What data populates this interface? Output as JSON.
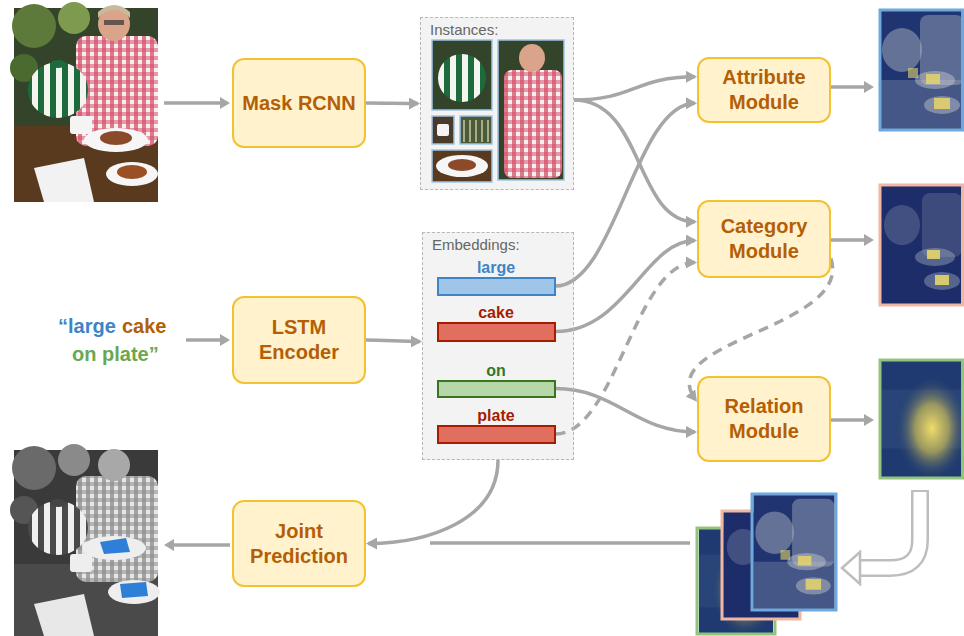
{
  "diagram": {
    "nodes": [
      {
        "text": [
          "Mask RCNN"
        ]
      },
      {
        "text": [
          "Instances:"
        ]
      },
      {
        "text": [
          "Attribute Module"
        ]
      },
      {
        "text": [
          "Category Module"
        ]
      },
      {
        "text": [
          "LSTM Encoder"
        ]
      },
      {
        "text": [
          "Embeddings:"
        ]
      },
      {
        "text": [
          "large"
        ],
        "in": 5
      },
      {
        "text": [
          "cake"
        ],
        "in": 5
      },
      {
        "text": [
          "on"
        ],
        "in": 5
      },
      {
        "text": [
          "plate"
        ],
        "in": 5
      },
      {
        "text": [
          "Relation Module"
        ]
      },
      {
        "text": [
          "Joint Prediction"
        ]
      }
    ],
    "edges": [
      {
        "from": 0,
        "to": 1,
        "arrow": "to"
      },
      {
        "from": 1,
        "to": 2,
        "arrow": "to"
      },
      {
        "from": 1,
        "to": 3,
        "arrow": "to"
      },
      {
        "from": 4,
        "to": 5,
        "arrow": "to"
      },
      {
        "from": 6,
        "to": 2,
        "arrow": "to"
      },
      {
        "from": 7,
        "to": 3,
        "arrow": "to"
      },
      {
        "from": 9,
        "to": 3,
        "arrow": "to"
      },
      {
        "from": 3,
        "to": 10,
        "arrow": "to"
      },
      {
        "from": 8,
        "to": 10,
        "arrow": "to"
      },
      {
        "from": 5,
        "to": 11,
        "arrow": "to"
      }
    ],
    "labels": [
      "“large",
      "cake",
      "on plate”"
    ]
  }
}
